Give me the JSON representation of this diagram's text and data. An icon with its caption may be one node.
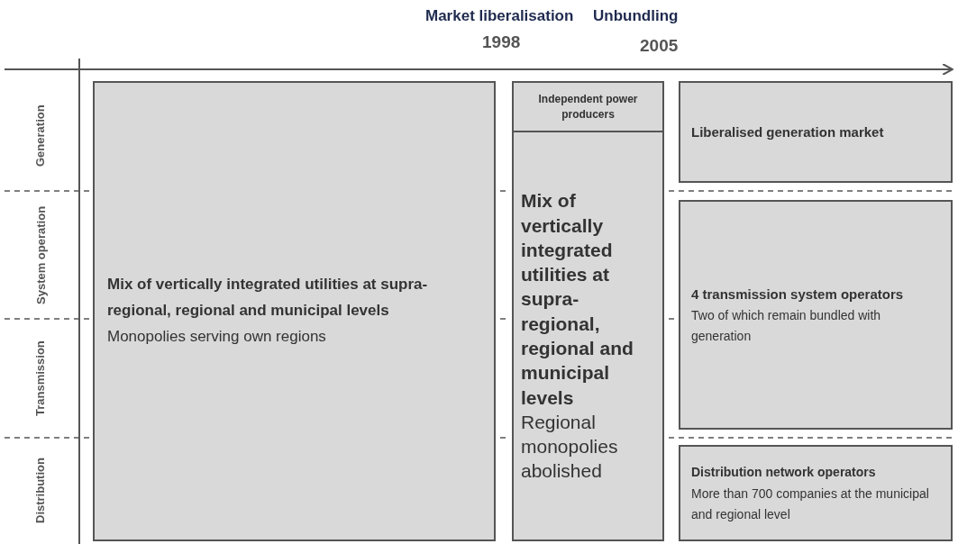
{
  "diagram": {
    "nodes": [
      {
        "text": [
          "Mix of vertically integrated utilities at supra-regional, regional and municipal levels",
          "Monopolies serving own regions"
        ]
      },
      {
        "text": [
          "Independent power producers"
        ]
      },
      {
        "text": [
          "Mix of vertically integrated utilities at supra-regional, regional and municipal levels",
          "Regional monopolies abolished"
        ]
      },
      {
        "text": [
          "Liberalised generation market"
        ]
      },
      {
        "text": [
          "4 transmission system operators",
          "Two of which remain bundled with generation"
        ]
      },
      {
        "text": [
          "Distribution network operators",
          "More than 700 companies at the municipal and regional level"
        ]
      }
    ],
    "edges": [],
    "labels": [
      "Market liberalisation",
      "Unbundling",
      "1998",
      "2005",
      "Generation",
      "System operation",
      "Transmission",
      "Distribution"
    ]
  }
}
